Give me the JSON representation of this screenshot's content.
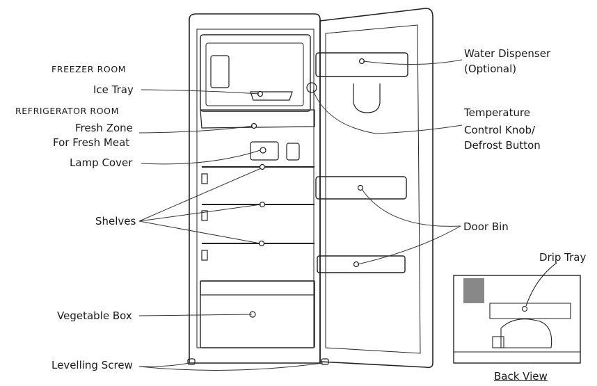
{
  "labels": {
    "freezer_room": "FREEZER ROOM",
    "ice_tray": "Ice Tray",
    "refrigerator_room": "REFRIGERATOR ROOM",
    "fresh_zone_1": "Fresh Zone",
    "fresh_zone_2": "For Fresh Meat",
    "lamp_cover": "Lamp Cover",
    "shelves": "Shelves",
    "vegetable_box": "Vegetable Box",
    "levelling_screw": "Levelling Screw",
    "water_dispenser_1": "Water Dispenser",
    "water_dispenser_2": "(Optional)",
    "temperature_1": "Temperature",
    "temperature_2": "Control Knob/",
    "temperature_3": "Defrost Button",
    "door_bin": "Door Bin",
    "drip_tray": "Drip Tray",
    "back_view": "Back View"
  }
}
